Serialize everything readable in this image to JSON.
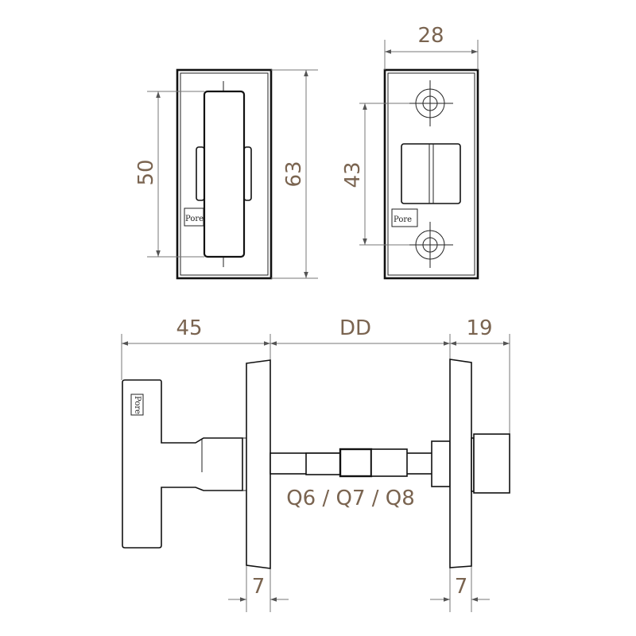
{
  "dimensions": {
    "handle_height": "50",
    "plate_height": "63",
    "hole_spacing": "43",
    "plate_width": "28",
    "knob_length": "45",
    "door_thickness": "DD",
    "turn_length": "19",
    "rose_left": "7",
    "rose_right": "7",
    "spindle": "Q6 / Q7 / Q8"
  },
  "logo": "Pore",
  "colors": {
    "dimension_text": "#7a6450",
    "lines": "#111111"
  }
}
